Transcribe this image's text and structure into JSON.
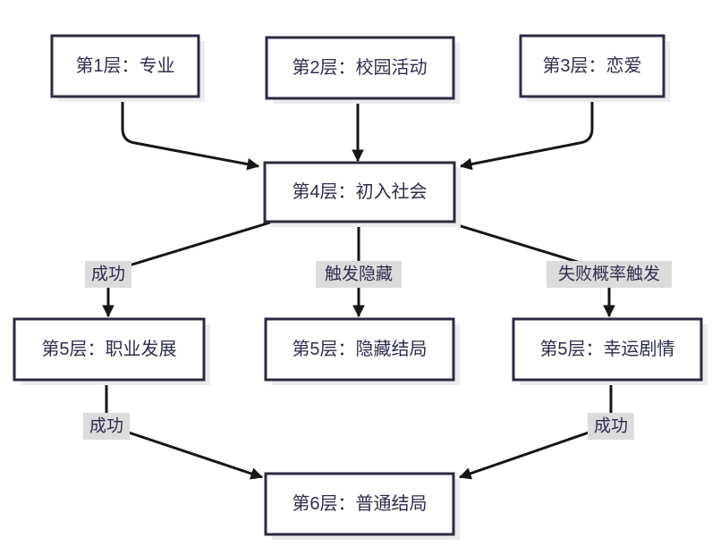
{
  "diagram": {
    "type": "flowchart",
    "direction": "top-down",
    "nodes": {
      "layer1": {
        "label": "第1层：专业"
      },
      "layer2": {
        "label": "第2层：校园活动"
      },
      "layer3": {
        "label": "第3层：恋爱"
      },
      "layer4": {
        "label": "第4层：初入社会"
      },
      "layer5_career": {
        "label": "第5层：职业发展"
      },
      "layer5_hidden": {
        "label": "第5层：隐藏结局"
      },
      "layer5_lucky": {
        "label": "第5层：幸运剧情"
      },
      "layer6": {
        "label": "第6层：普通结局"
      }
    },
    "edges": [
      {
        "from": "layer1",
        "to": "layer4",
        "label": ""
      },
      {
        "from": "layer2",
        "to": "layer4",
        "label": ""
      },
      {
        "from": "layer3",
        "to": "layer4",
        "label": ""
      },
      {
        "from": "layer4",
        "to": "layer5_career",
        "label": "成功"
      },
      {
        "from": "layer4",
        "to": "layer5_hidden",
        "label": "触发隐藏"
      },
      {
        "from": "layer4",
        "to": "layer5_lucky",
        "label": "失败概率触发"
      },
      {
        "from": "layer5_career",
        "to": "layer6",
        "label": "成功"
      },
      {
        "from": "layer5_lucky",
        "to": "layer6",
        "label": "成功"
      }
    ],
    "colors": {
      "node_border": "#2b2b40",
      "node_fill": "#ffffff",
      "node_text": "#2e2e4d",
      "edge_line": "#161616",
      "edge_label_bg": "#dcdcdc",
      "node_shadow": "#ececec",
      "background": "#ffffff"
    }
  }
}
